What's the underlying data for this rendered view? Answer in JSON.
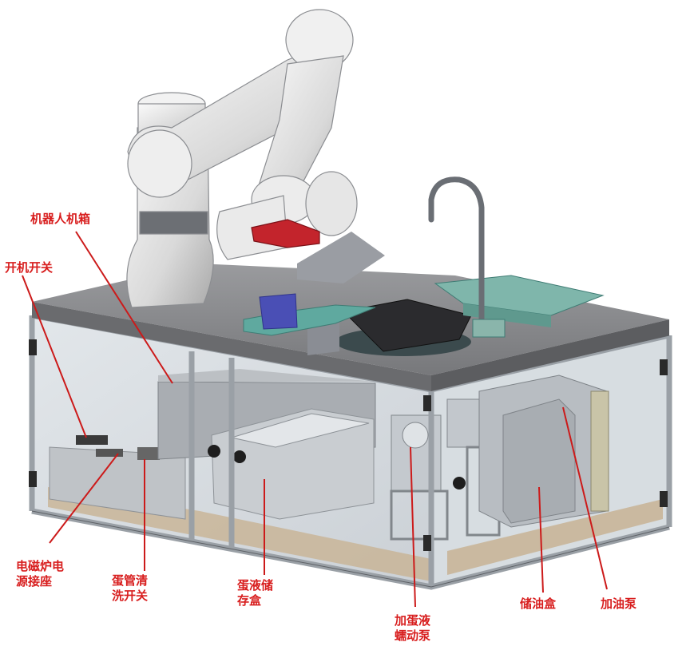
{
  "labels": {
    "robot_box": "机器人机箱",
    "power_switch": "开机开关",
    "induction_socket_l1": "电磁炉电",
    "induction_socket_l2": "源接座",
    "egg_tube_l1": "蛋管清",
    "egg_tube_l2": "洗开关",
    "egg_liquid_box_l1": "蛋液储",
    "egg_liquid_box_l2": "存盒",
    "peristaltic_pump_l1": "加蛋液",
    "peristaltic_pump_l2": "蠕动泵",
    "oil_box": "储油盒",
    "oil_pump": "加油泵"
  },
  "colors": {
    "label_red": "#d81e1e",
    "leader_red": "#cc1a1a",
    "tabletop": "#8c8d90",
    "frame_aluminum": "#b9bcc0",
    "glass": "#d6dbe0",
    "wood_floor": "#c8b394",
    "gripper_red": "#c3242c",
    "tray_teal": "#5fa99f",
    "holder_blue": "#4a4fb5",
    "pan_dark": "#2b2b2e"
  }
}
